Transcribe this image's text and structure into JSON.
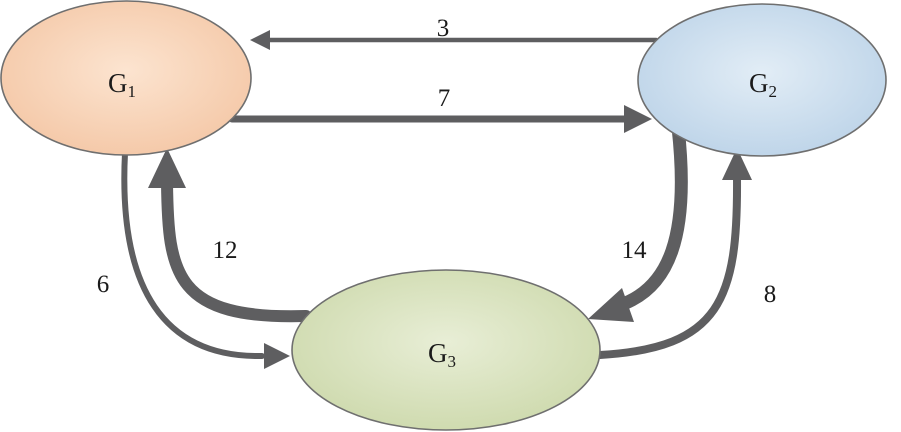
{
  "nodes": [
    {
      "id": "G1",
      "base": "G",
      "sub": "1",
      "fill": "#f8d6bb"
    },
    {
      "id": "G2",
      "base": "G",
      "sub": "2",
      "fill": "#cfe0ee"
    },
    {
      "id": "G3",
      "base": "G",
      "sub": "3",
      "fill": "#dde6c4"
    }
  ],
  "edges": [
    {
      "from": "G2",
      "to": "G1",
      "weight": "3"
    },
    {
      "from": "G1",
      "to": "G2",
      "weight": "7"
    },
    {
      "from": "G1",
      "to": "G3",
      "weight": "6"
    },
    {
      "from": "G3",
      "to": "G1",
      "weight": "12"
    },
    {
      "from": "G2",
      "to": "G3",
      "weight": "14"
    },
    {
      "from": "G3",
      "to": "G2",
      "weight": "8"
    }
  ],
  "colors": {
    "edge": "#5e5e60",
    "outline": "#6f6f6f"
  }
}
